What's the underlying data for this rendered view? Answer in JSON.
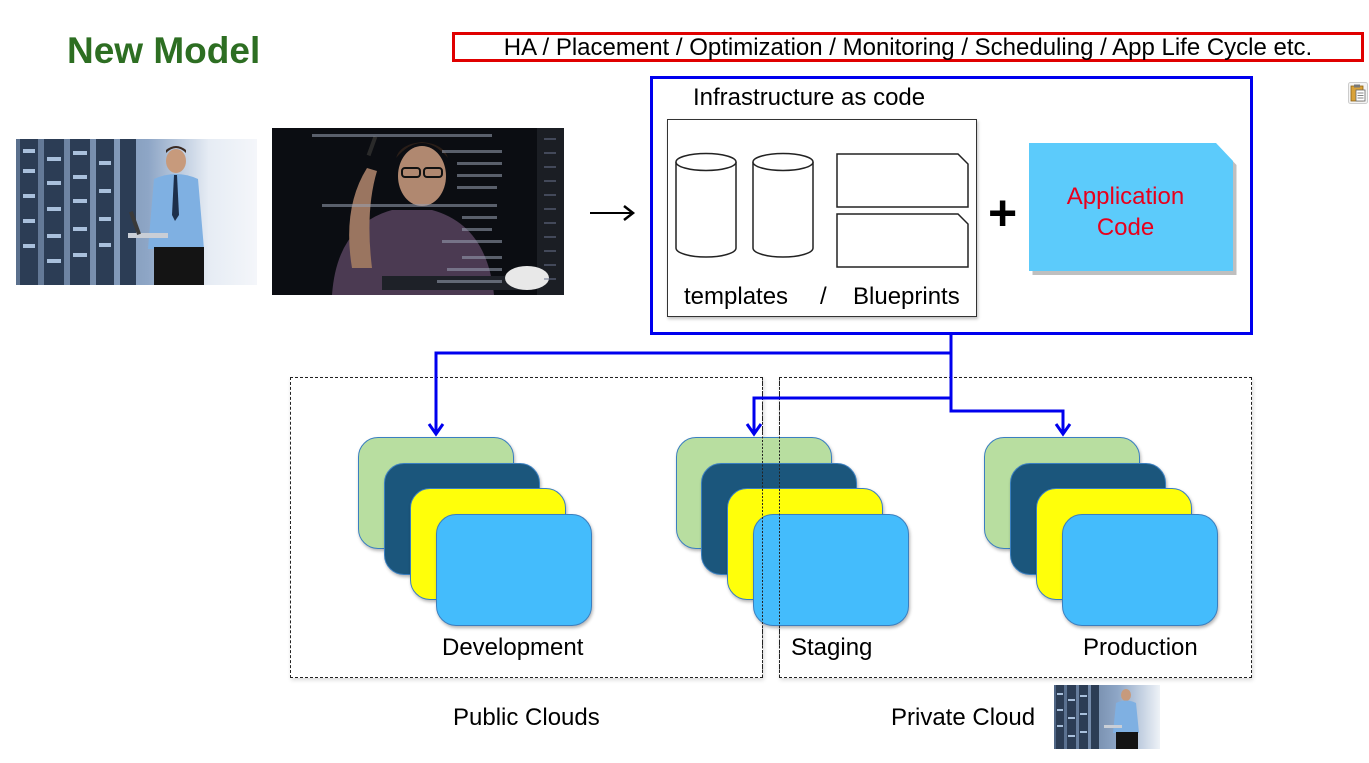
{
  "slide": {
    "title": "New Model",
    "banner": "HA / Placement / Optimization / Monitoring / Scheduling / App Life Cycle etc.",
    "icons": {
      "clipboard": "clipboard-icon",
      "arrow": "arrow-right-icon",
      "plus": "+"
    },
    "photos": [
      {
        "name": "sysadmin-server-room-photo",
        "description": "Engineer with laptop at server racks"
      },
      {
        "name": "developer-code-photo",
        "description": "Developer with glasses behind code overlay"
      },
      {
        "name": "private-cloud-server-photo",
        "description": "Engineer at server racks (small)"
      }
    ]
  },
  "infrastructure": {
    "heading": "Infrastructure as code",
    "templates_label": "templates",
    "separator": "/",
    "blueprints_label": "Blueprints",
    "application_code": [
      "Application",
      "Code"
    ]
  },
  "environments": [
    {
      "name": "Development",
      "cloud": "public"
    },
    {
      "name": "Staging",
      "cloud": "public/private"
    },
    {
      "name": "Production",
      "cloud": "private"
    }
  ],
  "clouds": {
    "public": "Public Clouds",
    "private": "Private Cloud"
  },
  "colors": {
    "title": "#2d6e22",
    "banner_border": "#e00000",
    "iac_border": "#0000ee",
    "connector": "#0000ee",
    "app_code_fill": "#5ccbfb",
    "app_code_text": "#e8001c",
    "layer_1": "#b8dea0",
    "layer_2": "#1b567c",
    "layer_3": "#ffff0a",
    "layer_4": "#44bcfc"
  }
}
